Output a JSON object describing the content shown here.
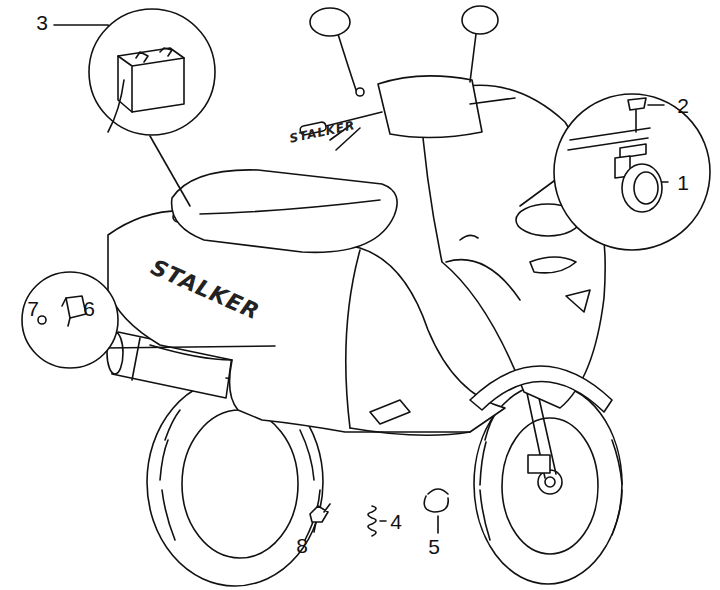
{
  "diagram": {
    "labels": [
      "3",
      "2",
      "1",
      "STALKER",
      "7",
      "6",
      "STALKER",
      "8",
      "4",
      "5"
    ]
  }
}
